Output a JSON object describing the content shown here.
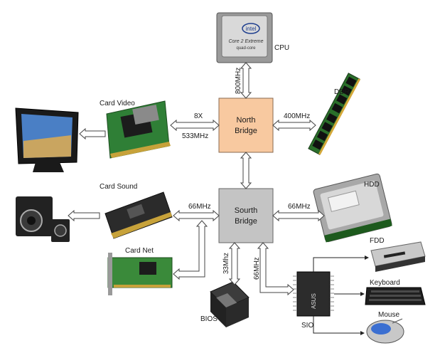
{
  "components": {
    "cpu": "CPU",
    "cpu_brand": "intel",
    "cpu_model": "Core 2 Extreme",
    "cpu_sub": "quad-core",
    "ddr": "DDR",
    "card_video": "Card Video",
    "card_sound": "Card Sound",
    "card_net": "Card Net",
    "hdd": "HDD",
    "fdd": "FDD",
    "keyboard": "Keyboard",
    "mouse": "Mouse",
    "bios": "BIOS",
    "sio": "SIO",
    "sio_chip_text": "ASUS"
  },
  "north_bridge": {
    "line1": "North",
    "line2": "Bridge",
    "color": "#f8c9a0"
  },
  "south_bridge": {
    "line1": "Sourth",
    "line2": "Bridge",
    "color": "#c4c4c4"
  },
  "buses": {
    "cpu_nb": "800MHz",
    "video_top": "8X",
    "video_bottom": "533MHz",
    "ddr_nb": "400MHz",
    "sound_sb": "66MHz",
    "hdd_sb": "66MHz",
    "bios_sb": "33Mhz",
    "sio_sb": "66MHz"
  }
}
